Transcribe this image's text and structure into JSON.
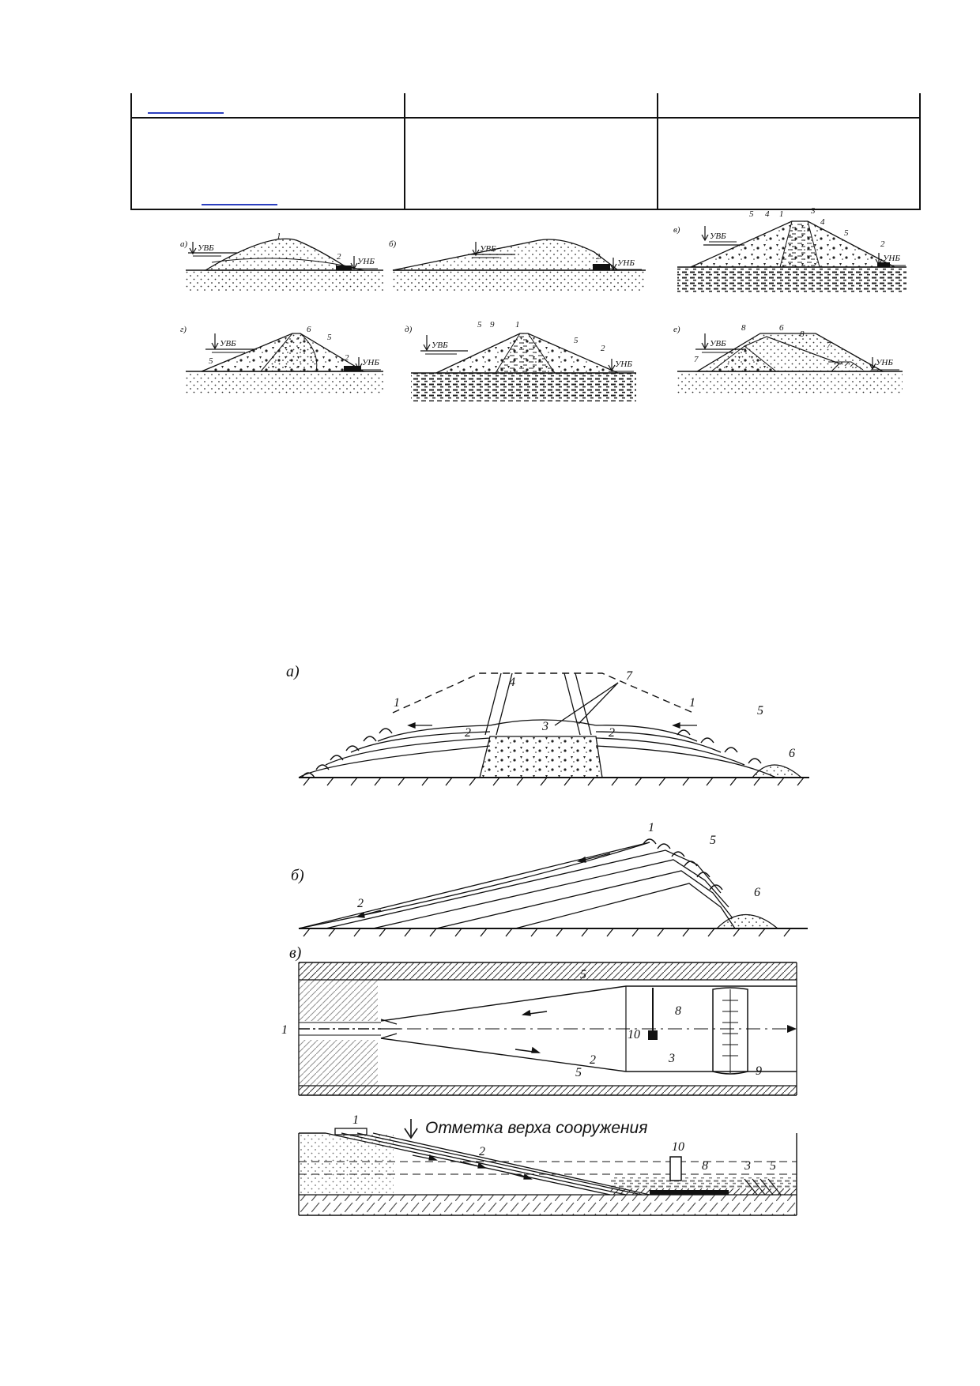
{
  "fig_top": {
    "panels": [
      {
        "letter": "а)",
        "upstream": "УВБ",
        "downstream": "УНБ",
        "marks": [
          "1",
          "2"
        ]
      },
      {
        "letter": "б)",
        "upstream": "УВБ",
        "downstream": "УНБ",
        "marks": [
          "2"
        ]
      },
      {
        "letter": "в)",
        "upstream": "УВБ",
        "downstream": "УНБ",
        "marks": [
          "5",
          "4",
          "1",
          "3",
          "4",
          "5",
          "2"
        ]
      },
      {
        "letter": "г)",
        "upstream": "УВБ",
        "downstream": "УНБ",
        "marks": [
          "5",
          "6",
          "5",
          "2"
        ]
      },
      {
        "letter": "д)",
        "upstream": "УВБ",
        "downstream": "УНБ",
        "marks": [
          "5",
          "9",
          "1",
          "5",
          "2"
        ]
      },
      {
        "letter": "е)",
        "upstream": "УВБ",
        "downstream": "УНБ",
        "marks": [
          "8",
          "6",
          "8",
          "7",
          "7"
        ]
      }
    ]
  },
  "fig_bottom": {
    "a": {
      "letter": "а)",
      "marks": [
        "1",
        "2",
        "3",
        "4",
        "7",
        "2",
        "1",
        "5",
        "6"
      ]
    },
    "b": {
      "letter": "б)",
      "marks": [
        "2",
        "1",
        "5",
        "6"
      ]
    },
    "v": {
      "letter": "в)",
      "marks": [
        "1",
        "5",
        "5",
        "2",
        "3",
        "10",
        "8",
        "9"
      ]
    },
    "section": {
      "caption": "Отметка верха сооружения",
      "marks": [
        "1",
        "2",
        "10",
        "8",
        "3",
        "5"
      ]
    }
  }
}
